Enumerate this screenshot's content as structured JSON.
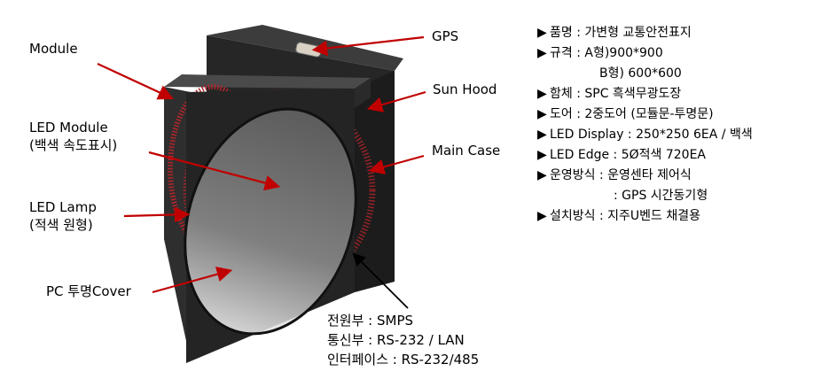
{
  "labels": {
    "module": "Module",
    "led_module_1": "LED Module",
    "led_module_2": "(백색 속도표시)",
    "led_lamp_1": "LED Lamp",
    "led_lamp_2": "(적색 원형)",
    "pc_cover": "PC 투명Cover",
    "gps": "GPS",
    "sun_hood": "Sun Hood",
    "main_case": "Main Case"
  },
  "specs": [
    {
      "marker": "▶",
      "text": "품명 : 가변형 교통안전표지"
    },
    {
      "marker": "▶",
      "text": "규격 : A형)900*900"
    },
    {
      "marker": "",
      "text": "B형) 600*600"
    },
    {
      "marker": "▶",
      "text": "함체 : SPC 흑색무광도장"
    },
    {
      "marker": "▶",
      "text": "도어 : 2중도어 (모듈문-투명문)"
    },
    {
      "marker": "▶",
      "text": "LED Display : 250*250 6EA / 백색"
    },
    {
      "marker": "▶",
      "text": "LED Edge : 5Ø적색 720EA"
    },
    {
      "marker": "▶",
      "text": "운영방식 : 운영센타 제어식"
    },
    {
      "marker": "",
      "text": ": GPS 시간동기형"
    },
    {
      "marker": "▶",
      "text": "설치방식 : 지주U벤드 채결용"
    }
  ],
  "bottom": [
    "전원부 : SMPS",
    "통신부 : RS-232 / LAN",
    "인터페이스 : RS-232/485"
  ],
  "colors": {
    "arrow": "#c00000",
    "case": "#2b2b2b",
    "led_red": "#b3262c"
  }
}
